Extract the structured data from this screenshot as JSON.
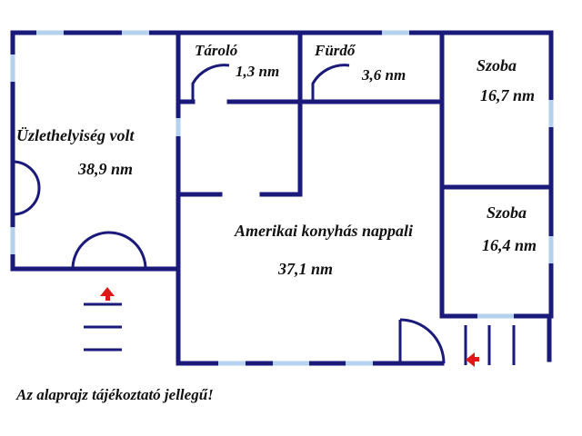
{
  "rooms": [
    {
      "name": "Üzlethelyiség volt",
      "area": "38,9 nm"
    },
    {
      "name": "Tároló",
      "area": "1,3 nm"
    },
    {
      "name": "Fürdő",
      "area": "3,6 nm"
    },
    {
      "name": "Szoba",
      "area": "16,7 nm"
    },
    {
      "name": "Amerikai konyhás nappali",
      "area": "37,1 nm"
    },
    {
      "name": "Szoba",
      "area": "16,4 nm"
    }
  ],
  "note": "Az alaprajz tájékoztató jellegű!",
  "colors": {
    "wall": "#1a1a7a",
    "window": "#b4d2ee",
    "arrow": "#e01818",
    "text": "#111111"
  }
}
